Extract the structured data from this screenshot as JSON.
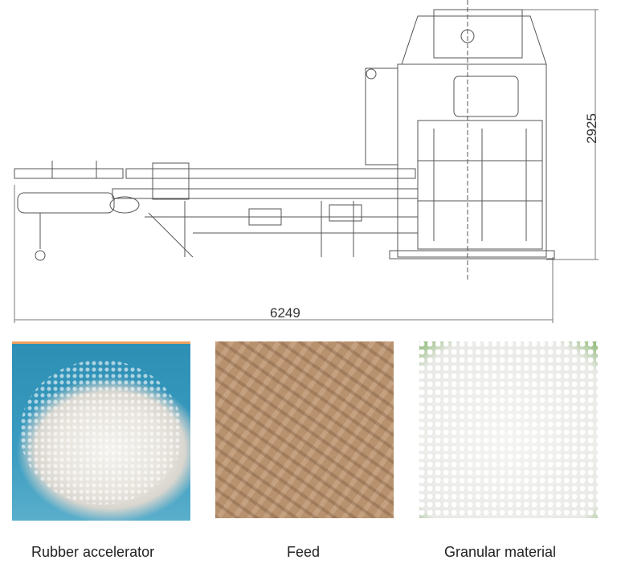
{
  "drawing": {
    "width_dimension": "6249",
    "height_dimension": "2925"
  },
  "materials": [
    {
      "label": "Rubber accelerator",
      "color": "#e6e3dc"
    },
    {
      "label": "Feed",
      "color": "#b8916e"
    },
    {
      "label": "Granular material",
      "color": "#f0f0ee"
    }
  ]
}
